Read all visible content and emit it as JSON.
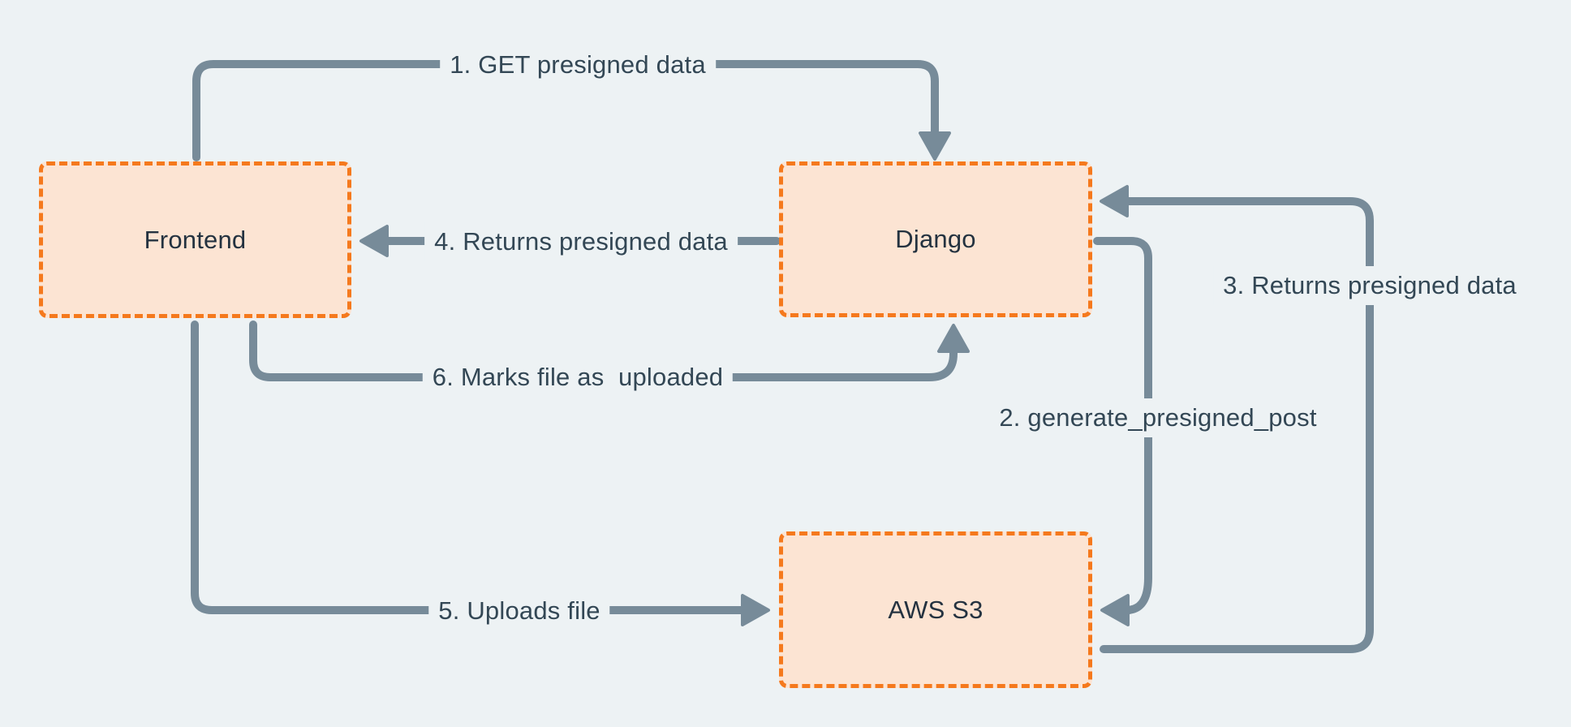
{
  "diagram": {
    "colors": {
      "background": "#EDF2F4",
      "node_fill": "#FCE4D3",
      "node_border": "#F5791D",
      "arrow": "#778B99",
      "label_text": "#334755",
      "node_text": "#243240"
    },
    "nodes": [
      {
        "id": "frontend",
        "label": "Frontend"
      },
      {
        "id": "django",
        "label": "Django"
      },
      {
        "id": "aws-s3",
        "label": "AWS S3"
      }
    ],
    "flows": [
      {
        "step": 1,
        "label": "1. GET presigned data",
        "from": "Frontend",
        "to": "Django"
      },
      {
        "step": 2,
        "label": "2. generate_presigned_post",
        "from": "Django",
        "to": "AWS S3"
      },
      {
        "step": 3,
        "label": "3. Returns presigned data",
        "from": "AWS S3",
        "to": "Django"
      },
      {
        "step": 4,
        "label": "4. Returns presigned data",
        "from": "Django",
        "to": "Frontend"
      },
      {
        "step": 5,
        "label": "5. Uploads file",
        "from": "Frontend",
        "to": "AWS S3"
      },
      {
        "step": 6,
        "label": "6. Marks file as  uploaded",
        "from": "Frontend",
        "to": "Django"
      }
    ]
  }
}
